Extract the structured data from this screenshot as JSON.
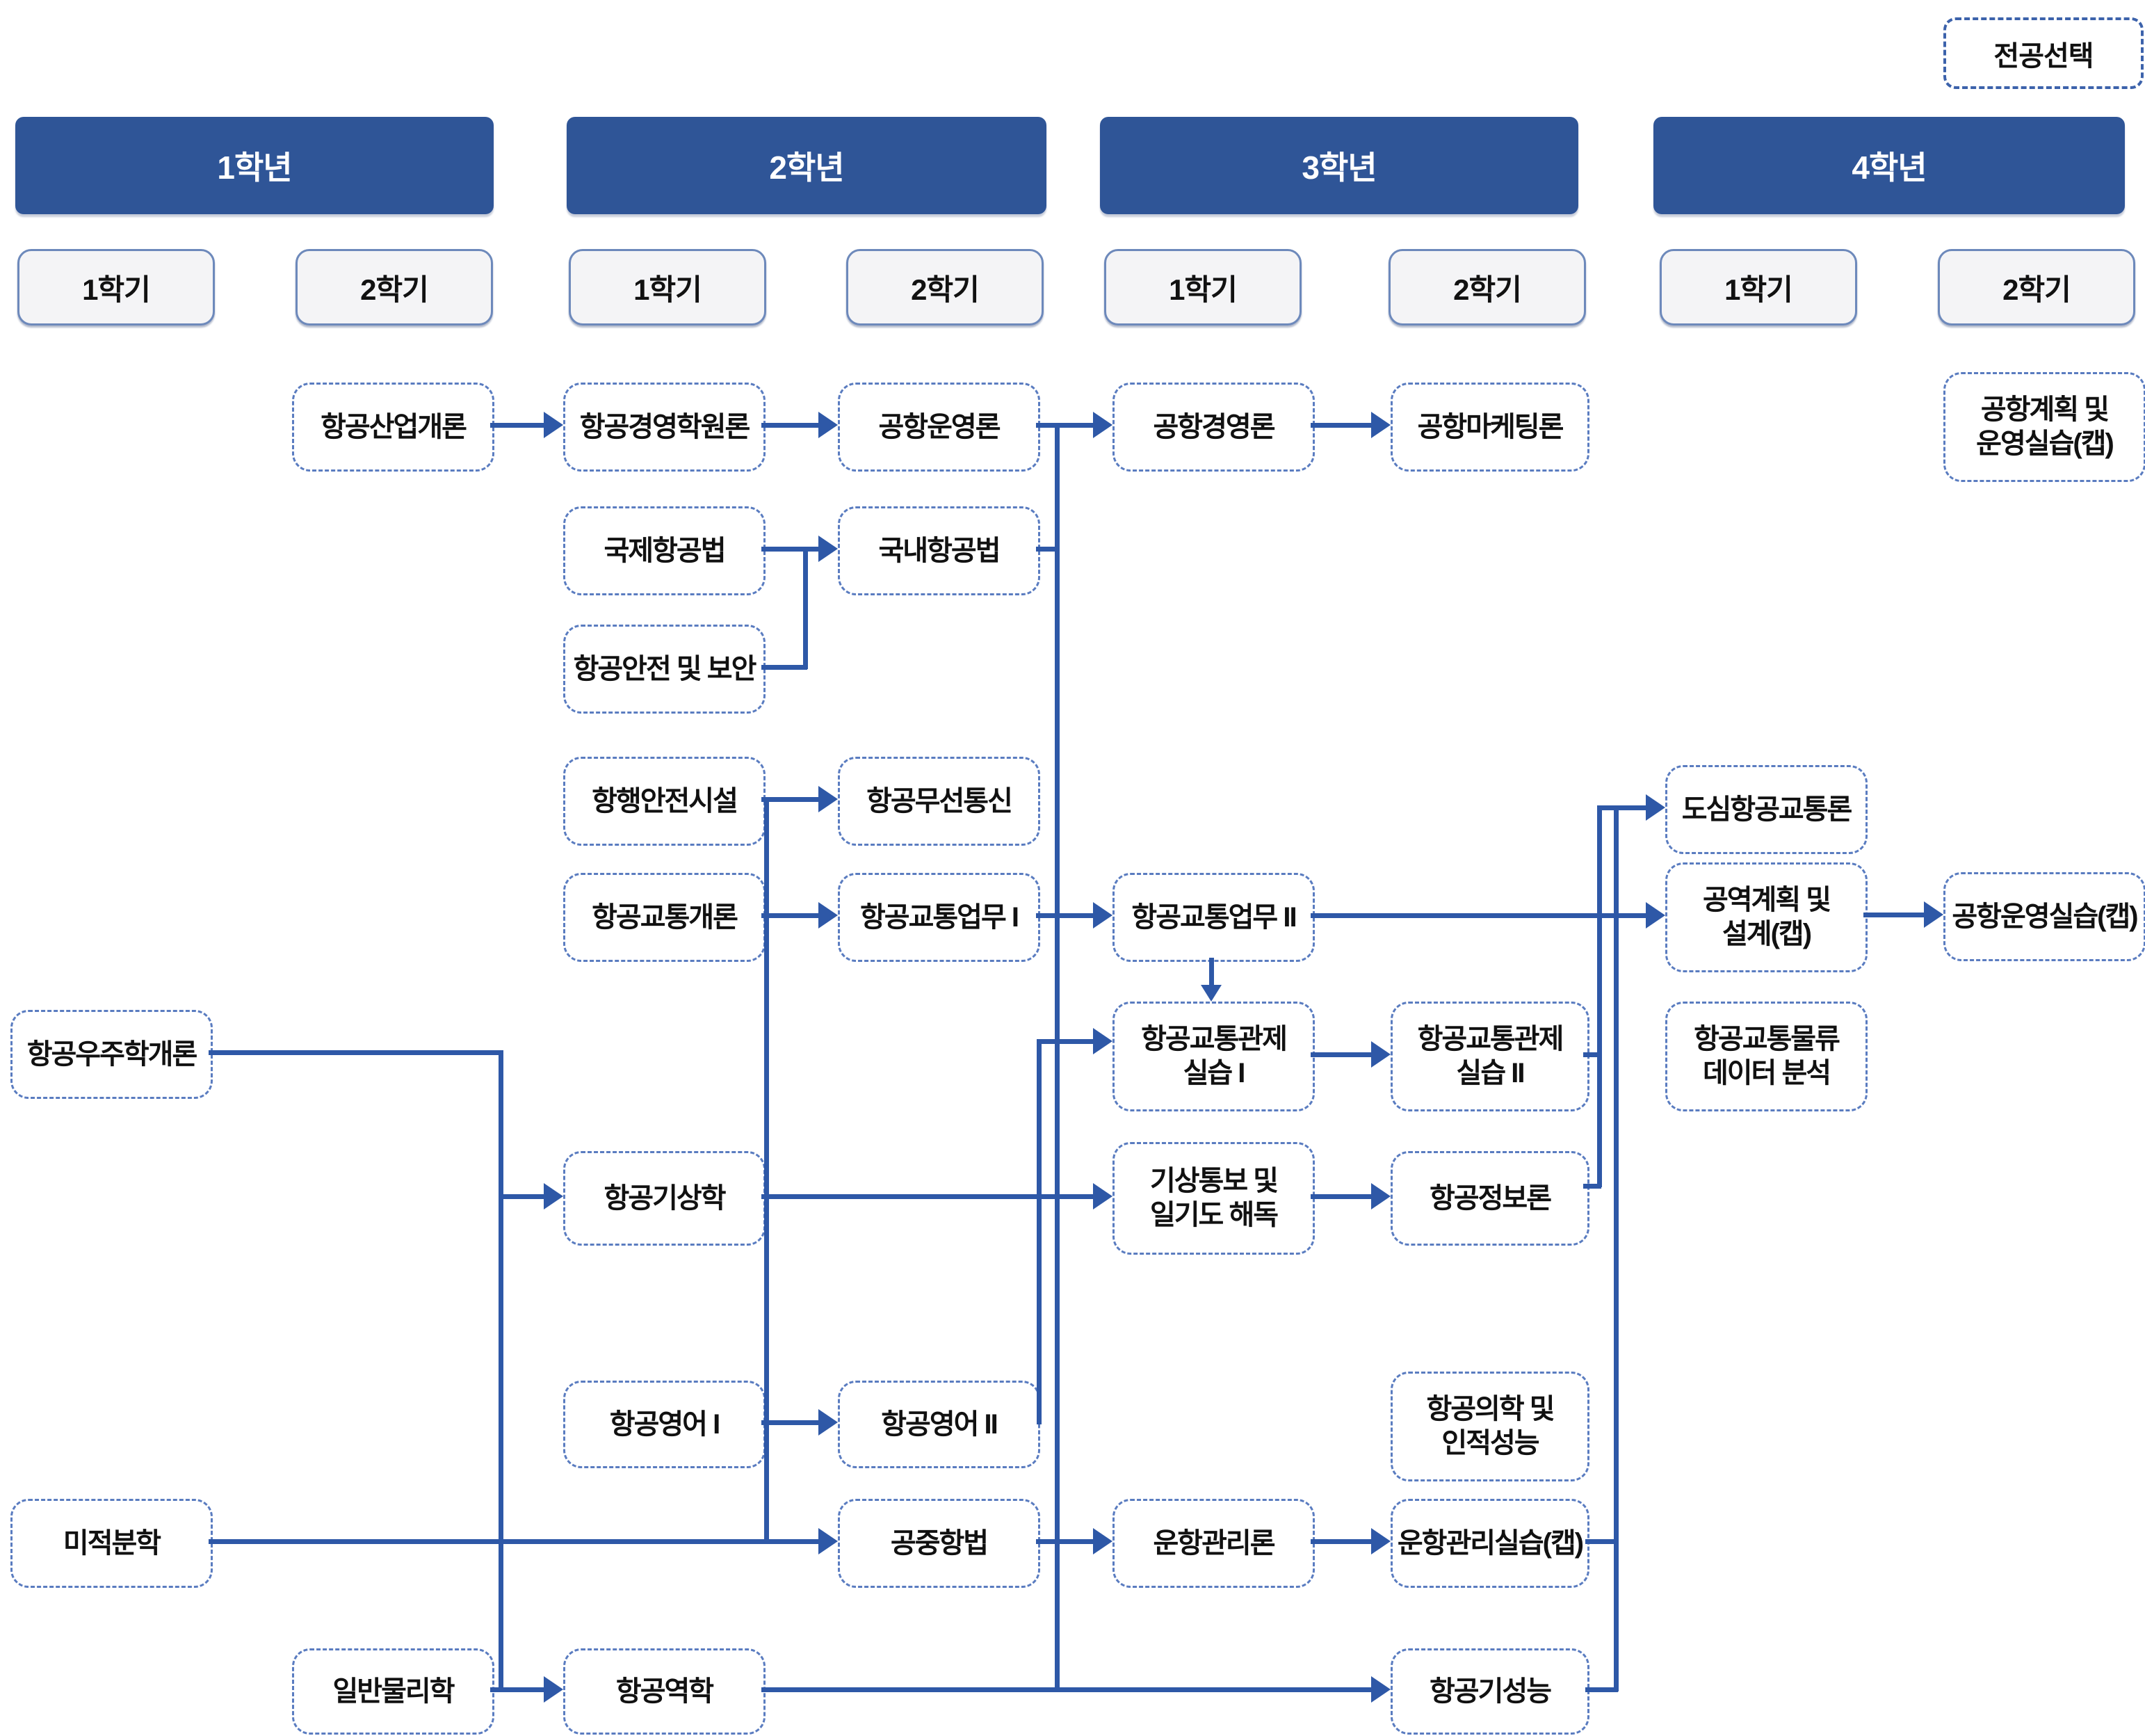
{
  "palette": {
    "header_bg": "#2f5597",
    "connector_blue": "#2e58a7",
    "course_border_blue": "#5a7cc0",
    "semester_bg": "#f4f4f6",
    "semester_border": "#6d89bb",
    "text": "#111111"
  },
  "legend": {
    "label": "전공선택"
  },
  "years": [
    {
      "label": "1학년",
      "semesters": [
        "1학기",
        "2학기"
      ]
    },
    {
      "label": "2학년",
      "semesters": [
        "1학기",
        "2학기"
      ]
    },
    {
      "label": "3학년",
      "semesters": [
        "1학기",
        "2학기"
      ]
    },
    {
      "label": "4학년",
      "semesters": [
        "1학기",
        "2학기"
      ]
    }
  ],
  "courses": [
    {
      "label": "항공산업개론"
    },
    {
      "label": "항공경영학원론"
    },
    {
      "label": "공항운영론"
    },
    {
      "label": "공항경영론"
    },
    {
      "label": "공항마케팅론"
    },
    {
      "label": "공항계획 및\n운영실습(캡)"
    },
    {
      "label": "국제항공법"
    },
    {
      "label": "국내항공법"
    },
    {
      "label": "항공안전 및 보안"
    },
    {
      "label": "항행안전시설"
    },
    {
      "label": "항공무선통신"
    },
    {
      "label": "도심항공교통론"
    },
    {
      "label": "항공교통개론"
    },
    {
      "label": "항공교통업무 I"
    },
    {
      "label": "항공교통업무 II"
    },
    {
      "label": "공역계획 및\n설계(캡)"
    },
    {
      "label": "공항운영실습(캡)"
    },
    {
      "label": "항공교통관제\n실습 I"
    },
    {
      "label": "항공교통관제\n실습 II"
    },
    {
      "label": "항공우주학개론"
    },
    {
      "label": "항공교통물류\n데이터 분석"
    },
    {
      "label": "항공기상학"
    },
    {
      "label": "기상통보 및\n일기도 해독"
    },
    {
      "label": "항공정보론"
    },
    {
      "label": "항공영어 I"
    },
    {
      "label": "항공영어 II"
    },
    {
      "label": "항공의학 및\n인적성능"
    },
    {
      "label": "미적분학"
    },
    {
      "label": "공중항법"
    },
    {
      "label": "운항관리론"
    },
    {
      "label": "운항관리실습(캡)"
    },
    {
      "label": "일반물리학"
    },
    {
      "label": "항공역학"
    },
    {
      "label": "항공기성능"
    }
  ]
}
